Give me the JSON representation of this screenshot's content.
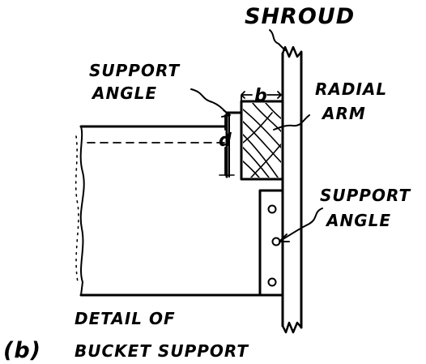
{
  "figure": {
    "labels": {
      "shroud": "SHROUD",
      "support_angle_top_1": "SUPPORT",
      "support_angle_top_2": "ANGLE",
      "radial_arm_1": "RADIAL",
      "radial_arm_2": "ARM",
      "support_angle_right_1": "SUPPORT",
      "support_angle_right_2": "ANGLE",
      "dim_b": "b",
      "dim_d": "d",
      "part_marker": "(b)",
      "caption_1": "DETAIL OF",
      "caption_2": "BUCKET SUPPORT"
    },
    "colors": {
      "ink": "#000000",
      "paper": "#ffffff"
    }
  }
}
